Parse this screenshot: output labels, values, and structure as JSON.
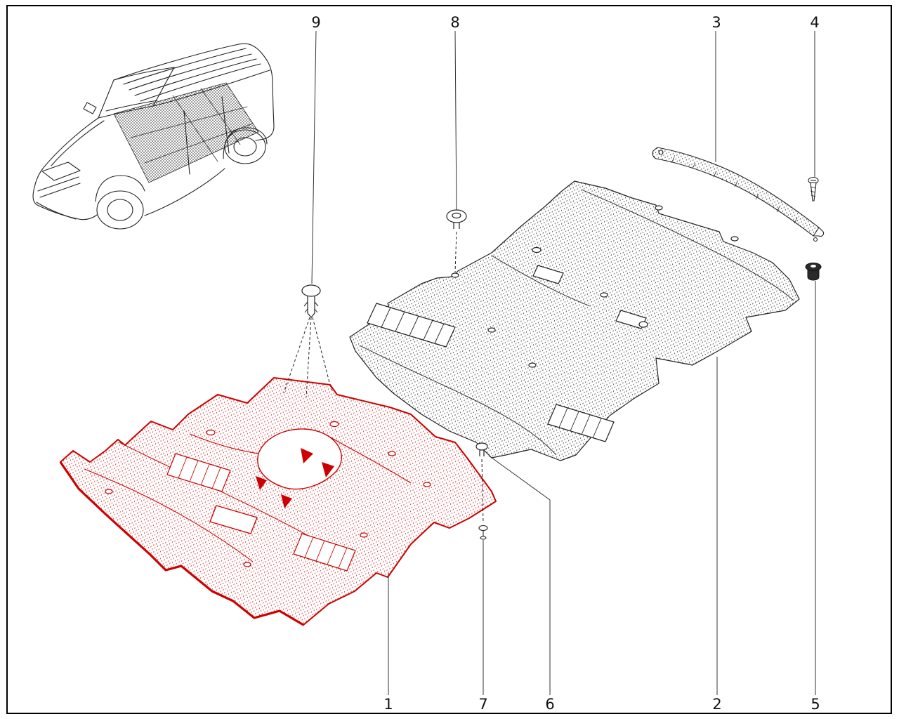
{
  "figure": {
    "type": "exploded-parts-diagram",
    "colors": {
      "highlight_red": "#cc1111",
      "line_black": "#1c1c1c",
      "background": "#ffffff"
    },
    "callouts": {
      "n1": "1",
      "n2": "2",
      "n3": "3",
      "n4": "4",
      "n5": "5",
      "n6": "6",
      "n7": "7",
      "n8": "8",
      "n9": "9"
    },
    "parts": [
      {
        "callout": "1",
        "name": "front-floor-carpet-highlighted"
      },
      {
        "callout": "2",
        "name": "rear-floor-carpet"
      },
      {
        "callout": "3",
        "name": "rear-sill-trim-strip"
      },
      {
        "callout": "4",
        "name": "screw"
      },
      {
        "callout": "5",
        "name": "grommet-nut"
      },
      {
        "callout": "6",
        "name": "retaining-clip"
      },
      {
        "callout": "7",
        "name": "retaining-clip-small"
      },
      {
        "callout": "8",
        "name": "push-pin-fastener"
      },
      {
        "callout": "9",
        "name": "push-pin-fastener"
      }
    ],
    "vehicle_thumbnail": "van-three-quarter-cutaway-floor-view"
  }
}
